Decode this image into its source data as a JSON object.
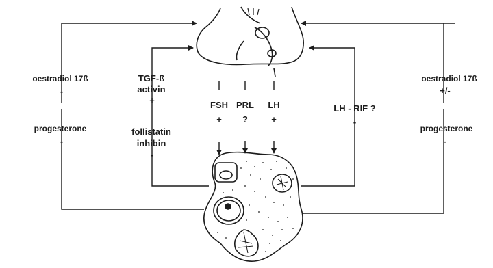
{
  "left": {
    "hormone": "oestradiol 17ß",
    "effect": "-",
    "hormone2": "progesterone",
    "effect2": "-"
  },
  "center_left": {
    "stimulators": [
      "TGF-ß",
      "activin"
    ],
    "plus": "+",
    "inhibitors": [
      "follistatin",
      "inhibin"
    ],
    "minus": "-"
  },
  "pituitary_outputs": [
    {
      "label": "FSH",
      "effect": "+"
    },
    {
      "label": "PRL",
      "effect": "?"
    },
    {
      "label": "LH",
      "effect": "+"
    }
  ],
  "center_right": {
    "factor": "LH - RIF ?",
    "effect": "-"
  },
  "right": {
    "hormone": "oestradiol 17ß",
    "effect": "+/-",
    "hormone2": "progesterone",
    "effect2": "-"
  }
}
